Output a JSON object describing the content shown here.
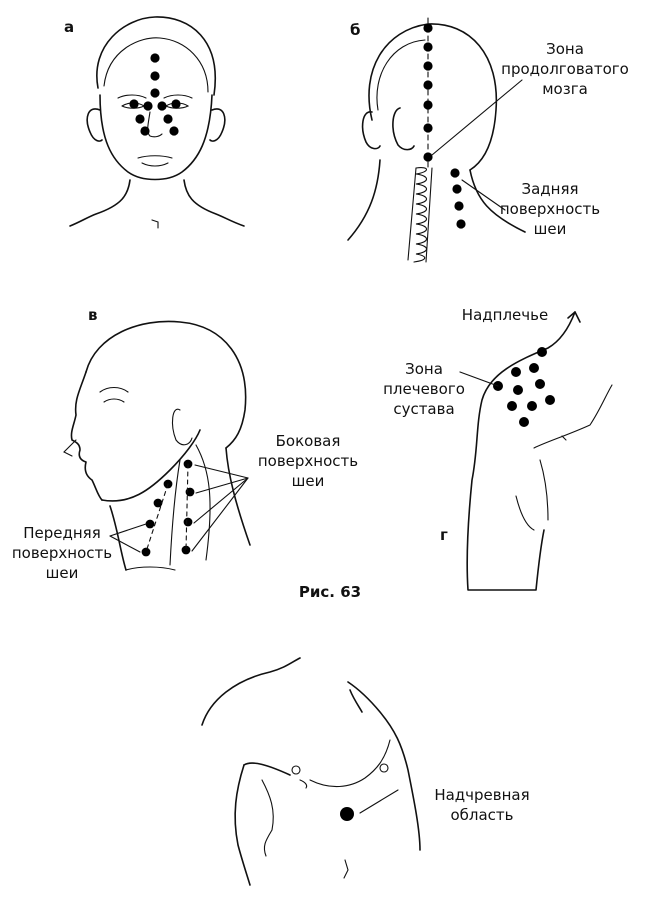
{
  "panels": {
    "a": "а",
    "b": "б",
    "v": "в",
    "g": "г"
  },
  "caption": "Рис. 63",
  "labels": {
    "medulla": [
      "Зона",
      "продолговатого",
      "мозга"
    ],
    "neck_back": [
      "Задняя",
      "поверхность",
      "шеи"
    ],
    "neck_side": [
      "Боковая",
      "поверхность",
      "шеи"
    ],
    "neck_front": [
      "Передняя",
      "поверхность",
      "шеи"
    ],
    "shoulder_top": [
      "Надплечье"
    ],
    "shoulder_joint": [
      "Зона",
      "плечевого",
      "сустава"
    ],
    "epigastric": [
      "Надчревная",
      "область"
    ]
  }
}
